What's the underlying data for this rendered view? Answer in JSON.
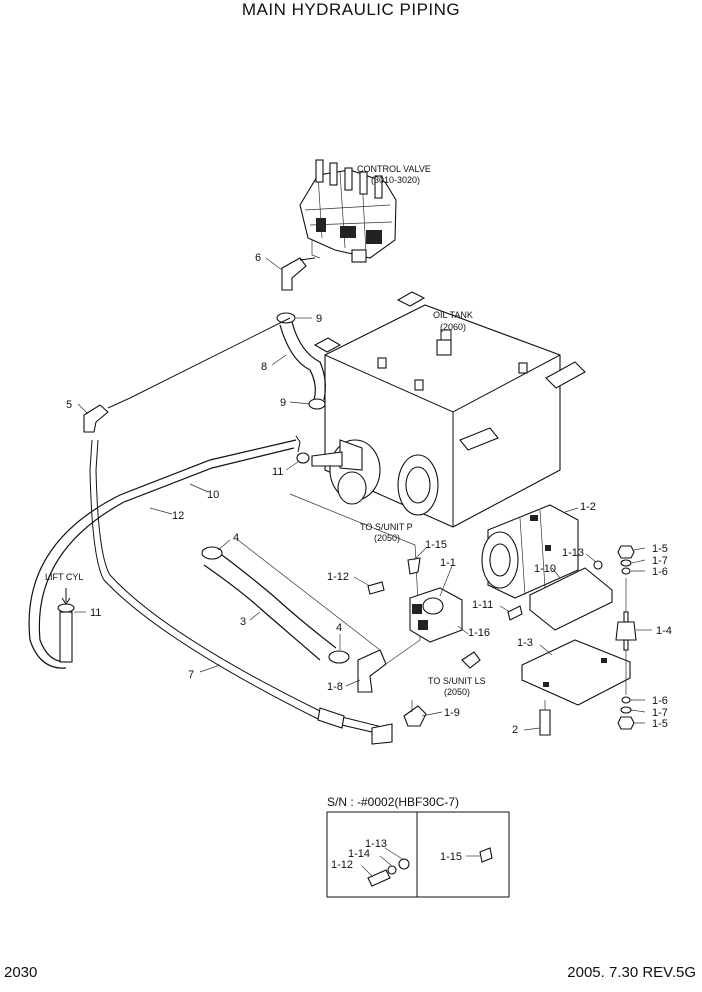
{
  "title": "MAIN HYDRAULIC PIPING",
  "footer": {
    "page_number": "2030",
    "revision": "2005. 7.30 REV.5G"
  },
  "callouts": {
    "control_valve": "CONTROL VALVE",
    "control_valve_ref": "(3010-3020)",
    "oil_tank": "OIL TANK",
    "oil_tank_ref": "(2060)",
    "to_sunit_p": "TO S/UNIT P",
    "to_sunit_p_ref": "(2050)",
    "to_sunit_ls": "TO S/UNIT LS",
    "to_sunit_ls_ref": "(2050)",
    "lift_cyl": "LIFT CYL"
  },
  "part_labels": {
    "p6": "6",
    "p9a": "9",
    "p8": "8",
    "p9b": "9",
    "p5": "5",
    "p11a": "11",
    "p10": "10",
    "p12": "12",
    "p11b": "11",
    "p4a": "4",
    "p3": "3",
    "p4b": "4",
    "p7": "7",
    "p1_8": "1-8",
    "p1_9": "1-9",
    "p1_12": "1-12",
    "p1_15": "1-15",
    "p1_1": "1-1",
    "p1_2": "1-2",
    "p1_13": "1-13",
    "p1_10": "1-10",
    "p1_11": "1-11",
    "p1_16": "1-16",
    "p1_3": "1-3",
    "p2": "2",
    "p1_5a": "1-5",
    "p1_7a": "1-7",
    "p1_6a": "1-6",
    "p1_4": "1-4",
    "p1_6b": "1-6",
    "p1_7b": "1-7",
    "p1_5b": "1-5"
  },
  "serial_note": {
    "heading": "S/N :  -#0002(HBF30C-7)",
    "left_labels": {
      "p1_13": "1-13",
      "p1_14": "1-14",
      "p1_12": "1-12"
    },
    "right_labels": {
      "p1_15": "1-15"
    }
  }
}
